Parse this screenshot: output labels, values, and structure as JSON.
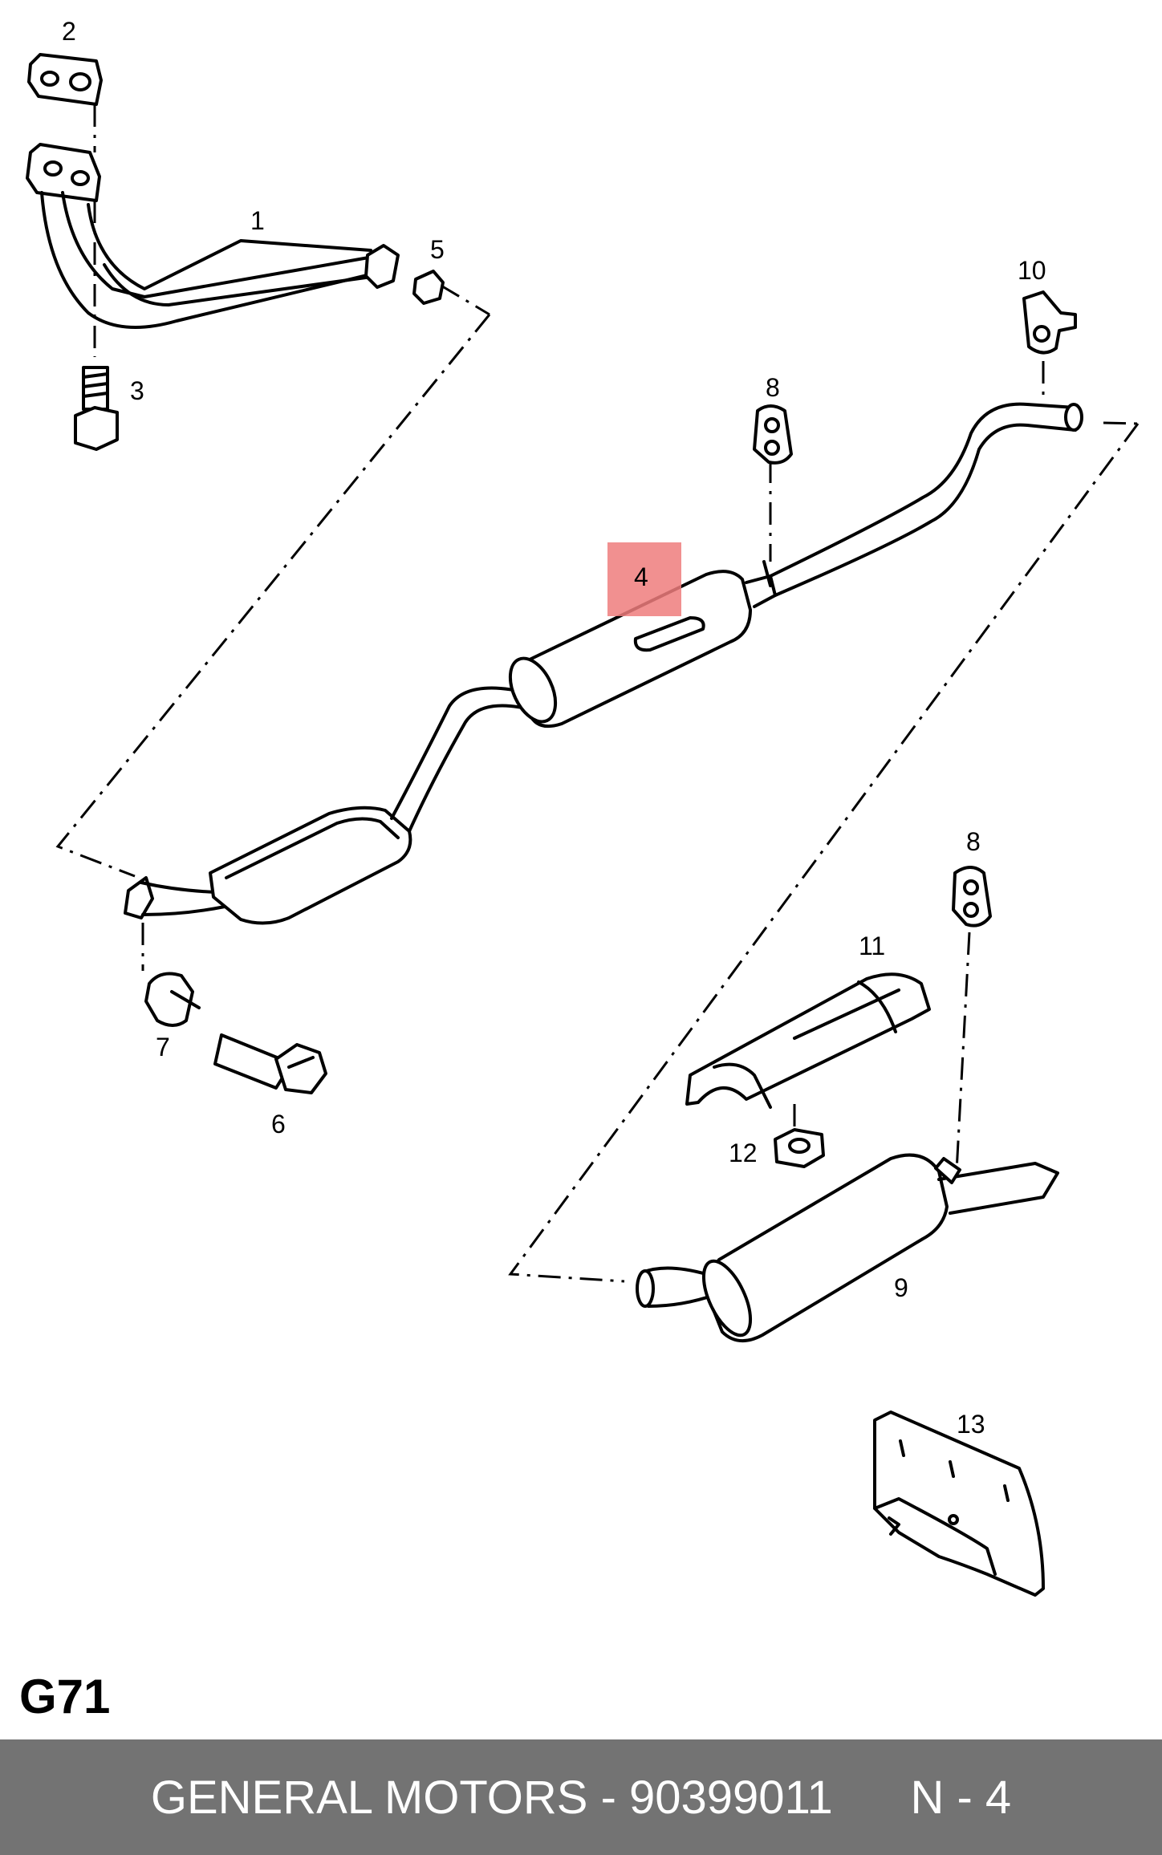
{
  "diagram": {
    "callouts": {
      "c1": "1",
      "c2": "2",
      "c3": "3",
      "c4": "4",
      "c5": "5",
      "c6": "6",
      "c7": "7",
      "c8a": "8",
      "c8b": "8",
      "c9": "9",
      "c10": "10",
      "c11": "11",
      "c12": "12",
      "c13": "13"
    },
    "highlighted_part": "4",
    "highlight_color": "#ef7c7c",
    "page_code": "G71"
  },
  "footer": {
    "text": "GENERAL MOTORS - 90399011      N - 4",
    "background": "#737373",
    "text_color": "#ffffff"
  }
}
